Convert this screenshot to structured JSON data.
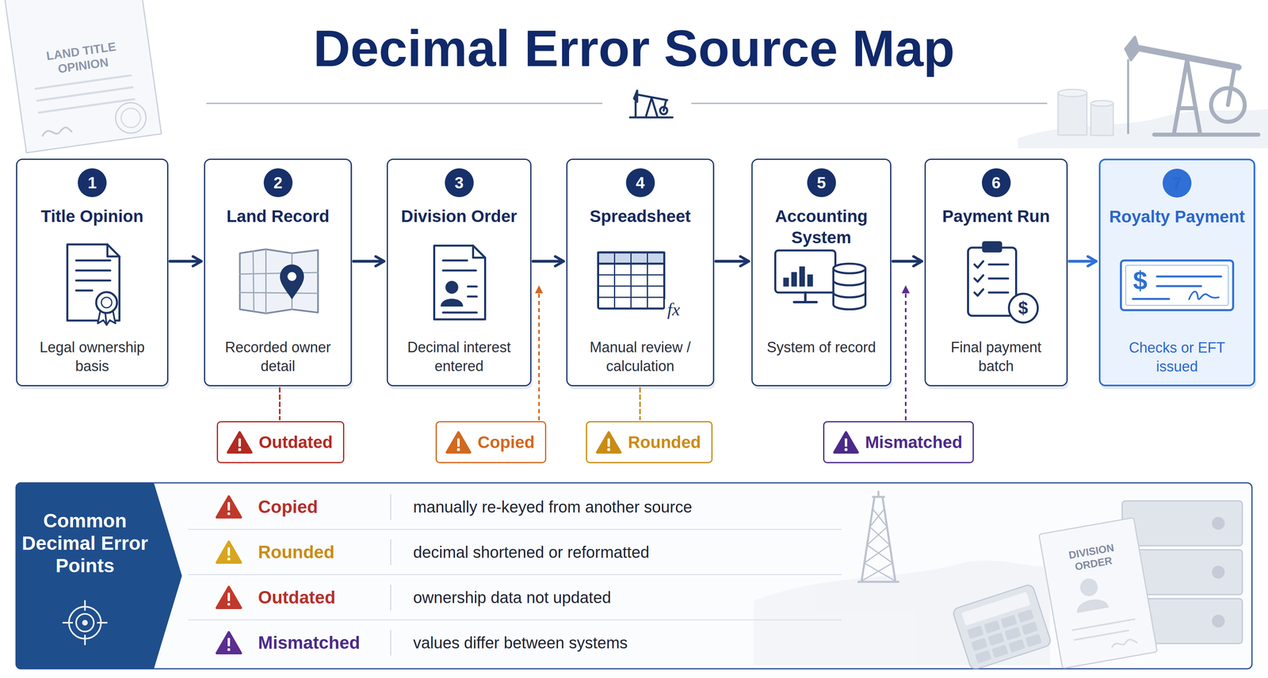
{
  "diagram": {
    "title": "Decimal Error Source Map",
    "nodes": [
      {
        "text": [
          "Title Opinion",
          "Legal ownership basis"
        ]
      },
      {
        "text": [
          "1"
        ],
        "in": 0
      },
      {
        "text": [
          "Land Record",
          "Recorded owner detail"
        ]
      },
      {
        "text": [
          "2"
        ],
        "in": 2
      },
      {
        "text": [
          "Division Order",
          "Decimal interest entered"
        ]
      },
      {
        "text": [
          "3"
        ],
        "in": 4
      },
      {
        "text": [
          "Spreadsheet",
          "Manual review / calculation"
        ]
      },
      {
        "text": [
          "4"
        ],
        "in": 6
      },
      {
        "text": [
          "Accounting System",
          "System of record"
        ]
      },
      {
        "text": [
          "5"
        ],
        "in": 8
      },
      {
        "text": [
          "Payment Run",
          "Final payment batch"
        ]
      },
      {
        "text": [
          "6"
        ],
        "in": 10
      },
      {
        "text": [
          "Royalty Payment",
          "Checks or EFT issued"
        ]
      },
      {
        "text": [
          "7"
        ],
        "in": 12
      },
      {
        "text": [
          "Outdated"
        ]
      },
      {
        "text": [
          "Copied"
        ]
      },
      {
        "text": [
          "Rounded"
        ]
      },
      {
        "text": [
          "Mismatched"
        ]
      },
      {
        "text": [
          "Common Decimal Error Points"
        ]
      }
    ],
    "edges": [
      {
        "from": 0,
        "to": 2,
        "arrow": "to"
      },
      {
        "from": 2,
        "to": 4,
        "arrow": "to"
      },
      {
        "from": 4,
        "to": 6,
        "arrow": "to"
      },
      {
        "from": 6,
        "to": 8,
        "arrow": "to"
      },
      {
        "from": 8,
        "to": 10,
        "arrow": "to"
      },
      {
        "from": 10,
        "to": 12,
        "arrow": "to"
      },
      {
        "from": 2,
        "to": 14,
        "arrow": "none"
      },
      {
        "from": 6,
        "to": 16,
        "arrow": "none"
      }
    ],
    "labels": [
      "LAND TITLE OPINION",
      "fx",
      "$",
      "$",
      "Copied",
      "manually re-keyed from another source",
      "Rounded",
      "decimal shortened or reformatted",
      "Outdated",
      "ownership data not updated",
      "Mismatched",
      "values differ between systems",
      "DIVISION ORDER"
    ]
  }
}
